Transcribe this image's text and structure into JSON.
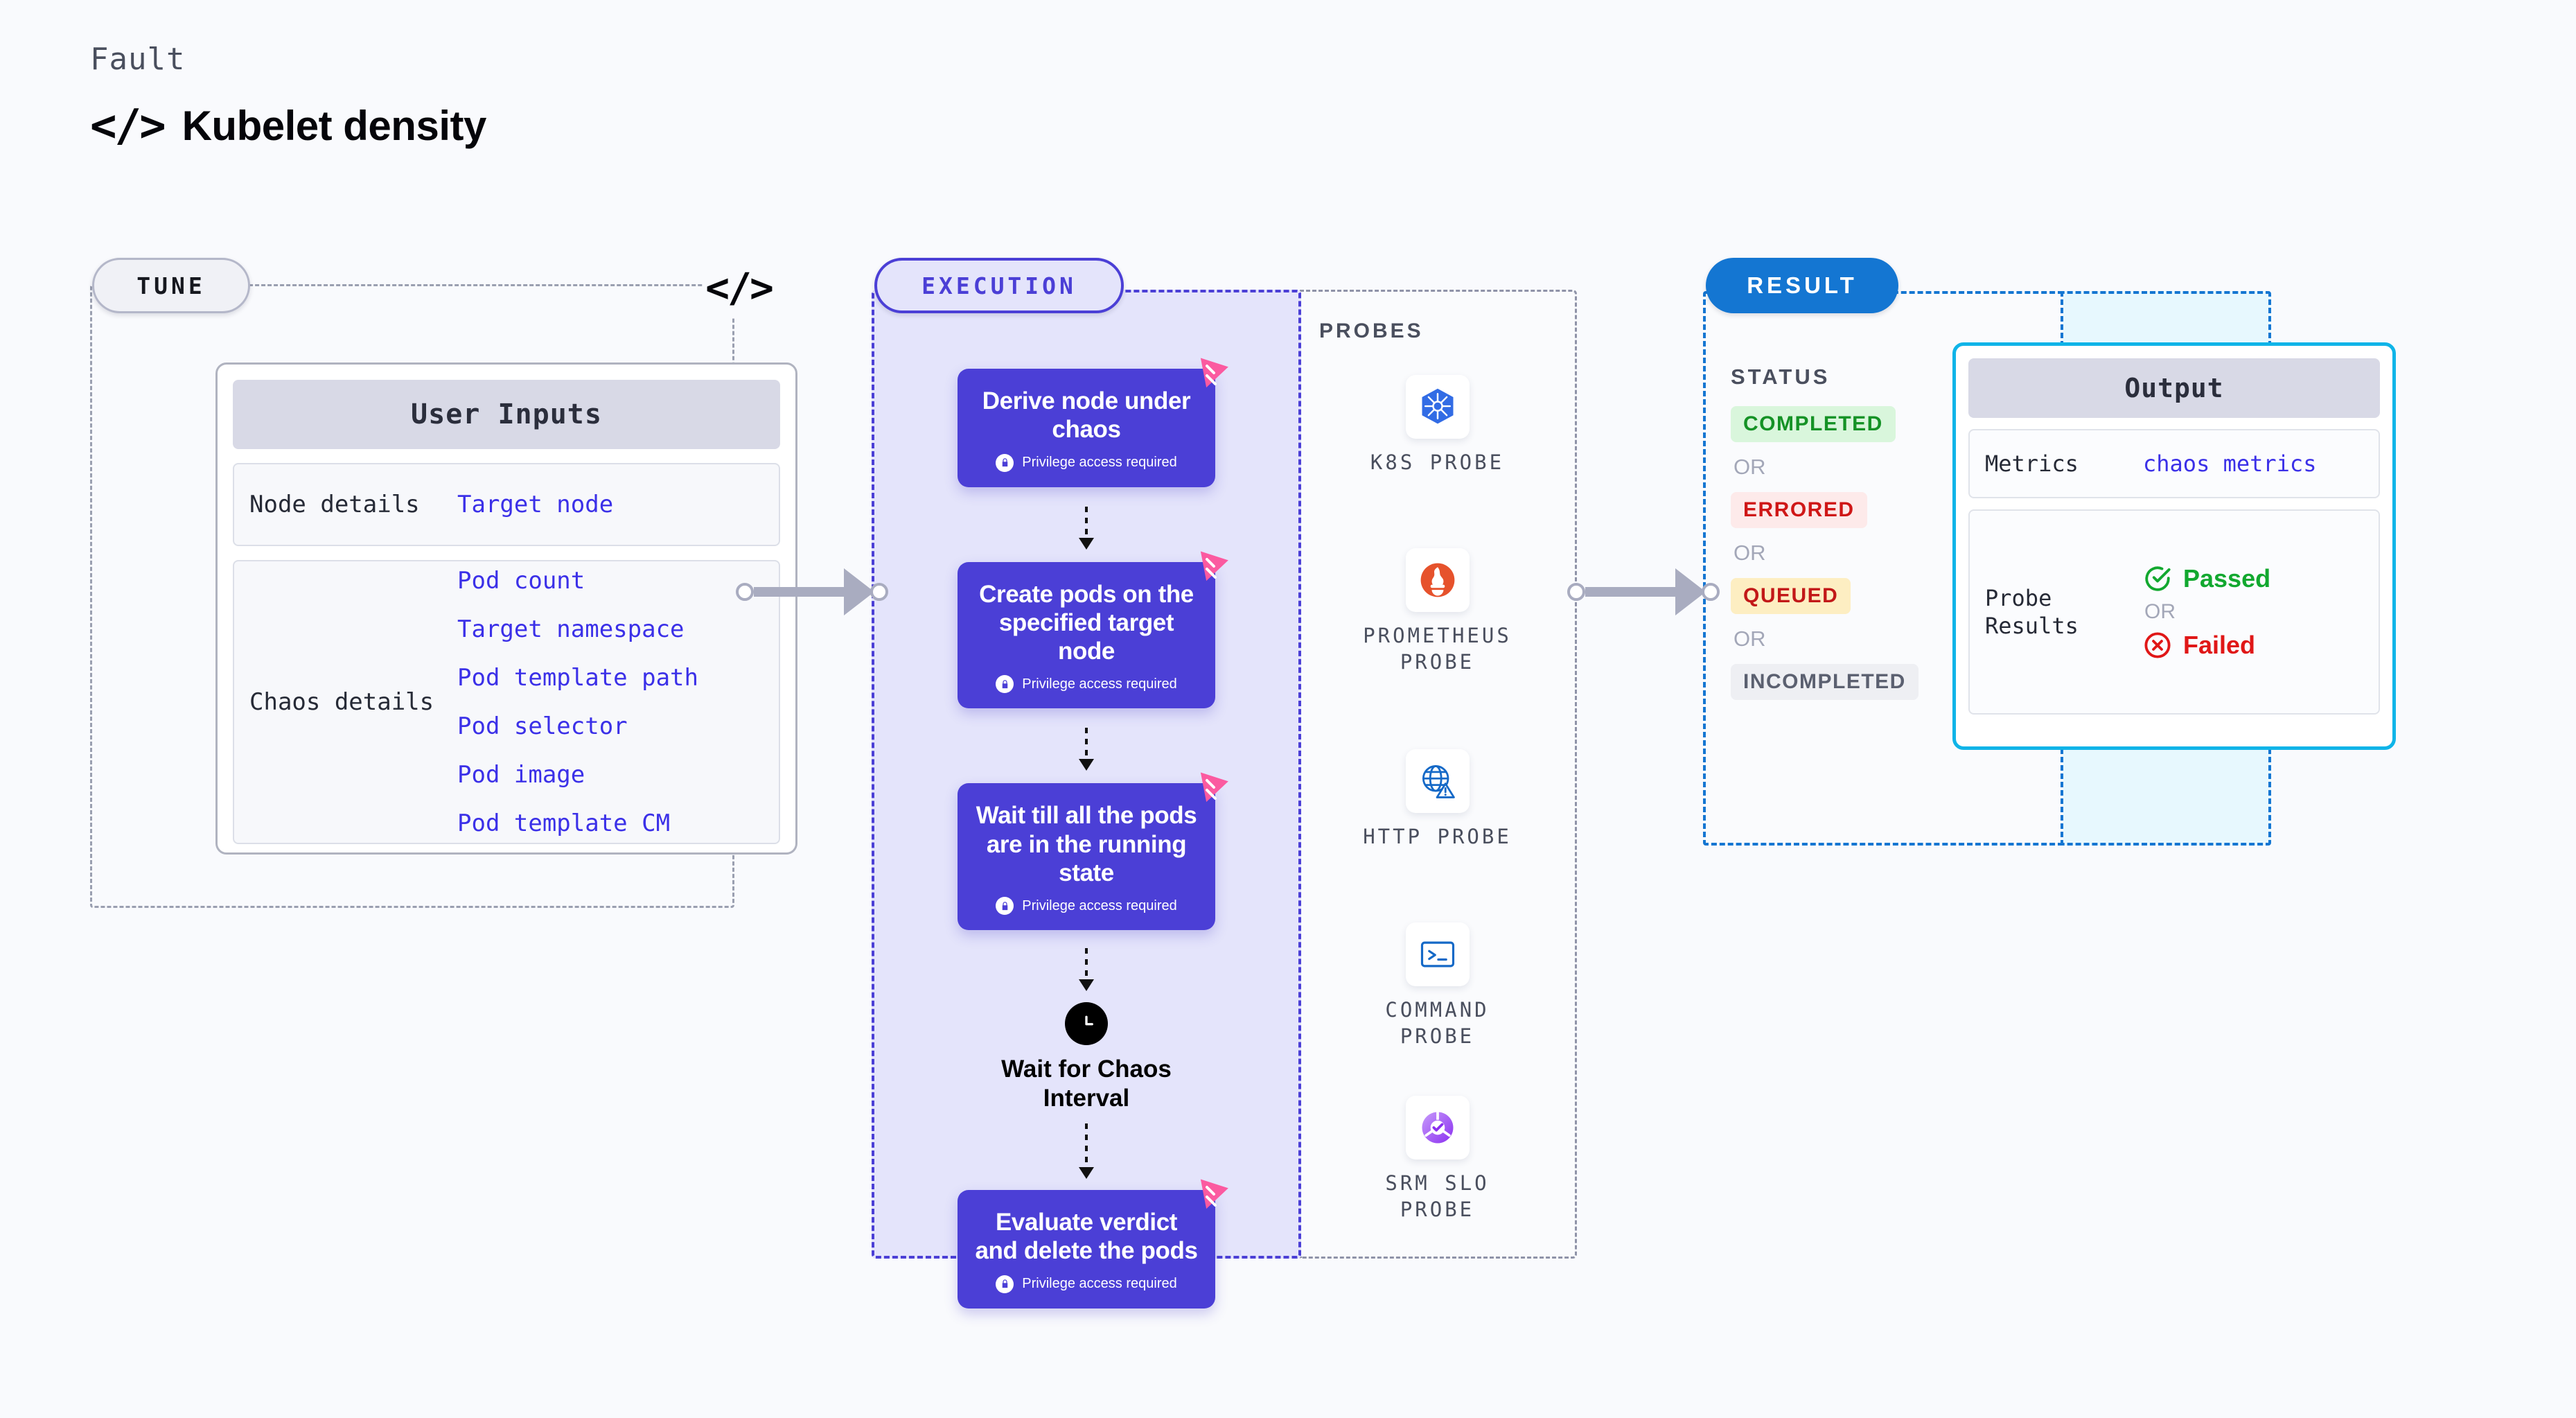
{
  "header": {
    "eyebrow": "Fault",
    "code_icon": "</>",
    "title": "Kubelet density"
  },
  "tune": {
    "chip_label": "TUNE",
    "code_icon": "</>",
    "card_title": "User Inputs",
    "sections": [
      {
        "key": "Node details",
        "values": [
          "Target node"
        ]
      },
      {
        "key": "Chaos details",
        "values": [
          "Pod count",
          "Target namespace",
          "Pod template path",
          "Pod selector",
          "Pod image",
          "Pod template CM"
        ]
      }
    ]
  },
  "execution": {
    "chip_label": "EXECUTION",
    "privilege_note": "Privilege access required",
    "steps": [
      {
        "title": "Derive node under chaos",
        "privileged": true
      },
      {
        "title": "Create pods on the specified target node",
        "privileged": true
      },
      {
        "title": "Wait till all the pods are in the running state",
        "privileged": true
      }
    ],
    "wait": {
      "label": "Wait for Chaos Interval",
      "icon": "clock-icon"
    },
    "final_step": {
      "title": "Evaluate verdict and delete the pods",
      "privileged": true
    }
  },
  "probes": {
    "title": "PROBES",
    "items": [
      {
        "label": "K8S PROBE",
        "icon": "kubernetes-icon"
      },
      {
        "label": "PROMETHEUS PROBE",
        "icon": "prometheus-icon"
      },
      {
        "label": "HTTP PROBE",
        "icon": "http-globe-icon"
      },
      {
        "label": "COMMAND PROBE",
        "icon": "terminal-icon"
      },
      {
        "label": "SRM SLO PROBE",
        "icon": "srm-slo-icon"
      }
    ]
  },
  "result": {
    "chip_label": "RESULT",
    "status_title": "STATUS",
    "or_label": "OR",
    "statuses": [
      {
        "label": "COMPLETED",
        "bg": "#d9f6dc",
        "fg": "#159226"
      },
      {
        "label": "ERRORED",
        "bg": "#fdeaea",
        "fg": "#cf1717"
      },
      {
        "label": "QUEUED",
        "bg": "#fdeec2",
        "fg": "#c21818"
      },
      {
        "label": "INCOMPLETED",
        "bg": "#eeeff3",
        "fg": "#5b6070"
      }
    ]
  },
  "output": {
    "card_title": "Output",
    "metrics_key": "Metrics",
    "metrics_value": "chaos metrics",
    "probe_results_key": "Probe Results",
    "passed_label": "Passed",
    "failed_label": "Failed",
    "or_label": "OR"
  },
  "colors": {
    "page_bg": "#f9fafd",
    "indigo": "#4b3fd6",
    "pink": "#fb5aa0",
    "cyan": "#0fb4e8",
    "result_blue": "#1476d2"
  }
}
